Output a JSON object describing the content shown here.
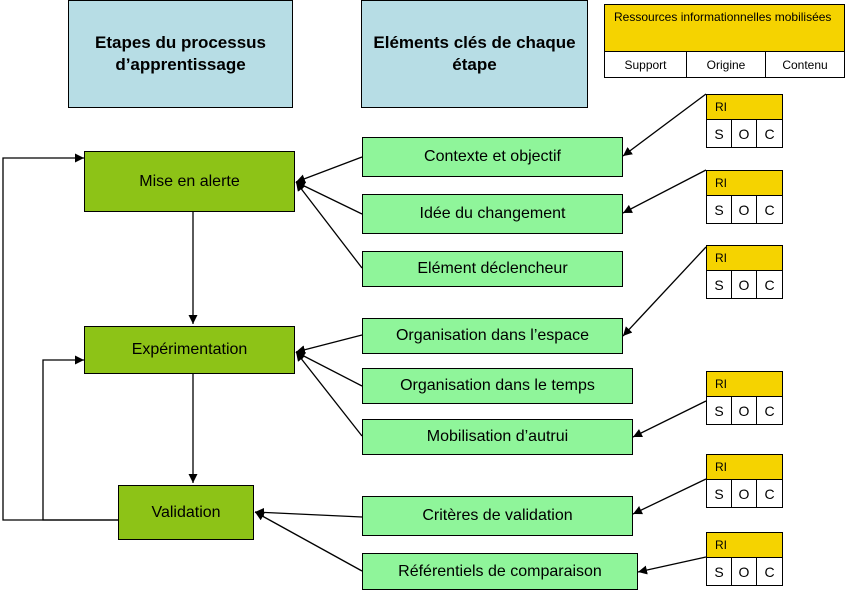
{
  "headers": {
    "steps": "Etapes du processus d’apprentissage",
    "elements": "Eléments clés de chaque étape"
  },
  "legend": {
    "title": "Ressources informationnelles mobilisées",
    "columns": [
      "Support",
      "Origine",
      "Contenu"
    ]
  },
  "steps": [
    "Mise en alerte",
    "Expérimentation",
    "Validation"
  ],
  "elements": [
    "Contexte et objectif",
    "Idée du changement",
    "Elément déclencheur",
    "Organisation dans l’espace",
    "Organisation dans le temps",
    "Mobilisation d’autrui",
    "Critères de validation",
    "Référentiels de comparaison"
  ],
  "ri_box": {
    "label": "RI",
    "cells": [
      "S",
      "O",
      "C"
    ]
  },
  "colors": {
    "header_fill": "#b7dde5",
    "step_fill": "#8dc317",
    "element_fill": "#8ff59a",
    "resource_fill": "#f5d300"
  }
}
